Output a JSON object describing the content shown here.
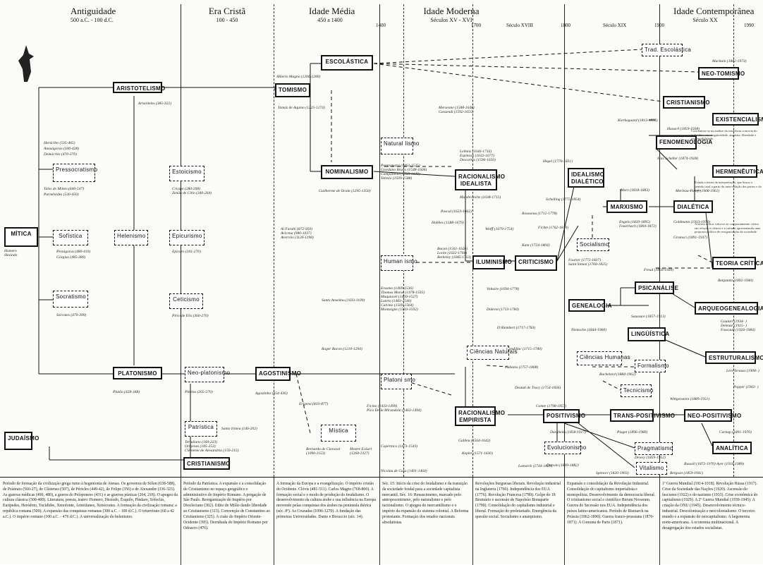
{
  "eras": [
    {
      "title": "Antiguidade",
      "dates": "500 a.C. - 100 d.C."
    },
    {
      "title": "Era Cristã",
      "dates": "100 - 450"
    },
    {
      "title": "Idade Média",
      "dates": "450 a 1400"
    },
    {
      "title": "Idade Moderna",
      "dates": "Séculos XV - XVI"
    },
    {
      "title": "Idade Contemporânea",
      "dates": "Século XX"
    }
  ],
  "ticks": [
    "1400",
    "1700",
    "Século XVIII",
    "1800",
    "Século XIX",
    "1900",
    "1990"
  ],
  "boxes": {
    "aristotelismo": "ARISTOTELISMO",
    "pressocratismo": "Pressocratismo",
    "mitica": "MÍTICA",
    "sofistica": "Sofística",
    "socratismo": "Socratismo",
    "platonismo": "PLATONISMO",
    "judaismo": "JUDAÍSMO",
    "estoicismo": "Estoicismo",
    "helenismo": "Helenismo",
    "epicurismo": "Epicurismo",
    "ceticismo": "Ceticismo",
    "neoplatonismo": "Neo-platonismo",
    "patristica": "Patrística",
    "cristianismo": "CRISTIANISMO",
    "escolastica": "ESCOLÁSTICA",
    "tomismo": "TOMISMO",
    "nominalismo": "NOMINALISMO",
    "agostinismo": "AGOSTINISMO",
    "mistica": "Mística",
    "naturalismo": "Natural lismo",
    "humanismo": "Human ismo",
    "platonismo2": "Platoni smo",
    "racionalismo_idealista": "RACIONALISMO\nIDEALISTA",
    "iluminismo": "ILUMINISMO",
    "ciencias_naturais": "Ciências Naturais",
    "racionalismo_empirista": "RACIONALISMO\nEMPIRISTA",
    "criticismo": "CRITICISMO",
    "idealismo_dialetico": "IDEALISMO\nDIALÉTICO",
    "socialismo": "Socialismo",
    "marxismo": "MARXISMO",
    "genealogia": "GENEALOGIA",
    "ciencias_humanas": "Ciências Humanas",
    "positivismo": "POSITIVISMO",
    "evolucionismo": "Evolucionismo",
    "trad_escolastica": "Trad. Escolástica",
    "neotomismo": "NEO-TOMISMO",
    "cristianismo2": "CRISTIANISMO",
    "existencialismo": "EXISTENCIALISMO",
    "fenomenologia": "FENOMENOLOGIA",
    "hermeneutica": "HERMENÊUTICA",
    "dialetica": "DIALÉTICA",
    "teoria_critica": "TEORIA CRÍTICA",
    "psicanalise": "PSICANÁLISE",
    "arqueogenealogia": "ARQUEOGENEALOGIA",
    "linguistica": "LINGÜÍSTICA",
    "estruturalismo": "ESTRUTURALISMO",
    "formalismo": "Formalismo",
    "tecnicismo": "Tecnicismo",
    "trans_positivismo": "TRANS-POSITIVISMO",
    "neopositivismo": "NEO-POSITIVISMO",
    "pragmatismo": "Pragmatismo",
    "analitica": "ANALÍTICA",
    "vitalismo": "Vitalismo"
  },
  "labels": {
    "aristoteles": "Aristóteles (385-322)",
    "pre1": "Heráclito (535-465)",
    "pre2": "Anaxágoras (500-428)",
    "pre3": "Demócrito (470-370)",
    "pre4": "Tales de Mileto (640-547)",
    "pre5": "Parmênides (530-450)",
    "homero": "Homero\nHesíodo",
    "sof1": "Protágoras (480-410)",
    "sof2": "Górgias (485-380)",
    "socrates": "Sócrates (470-399)",
    "platao": "Platão (428-348)",
    "estoic": "Crisipo (280-208)\nZenão de Cítio (340-264)",
    "epicuro": "Epicuro (341-270)",
    "pirro": "Pirro de Elis (360-270)",
    "plotino": "Plotino (205-270)",
    "ireneu": "Santo Irineu (140-202)",
    "pat": "Tertuliano (160-223)\nOrígenes (185-253)\nClemente de Alexandria (150-215)",
    "alberto": "Alberto Magno (1206-1280)",
    "tomas": "Tomás de Aquino (1225-1274)",
    "ockham": "Guilherme de Ocam (1295-1350)",
    "arabes": "Al Farabi (872-950)\nAvicena (980-1037)\nAverróis (1126-1198)",
    "anselmo": "Santo Anselmo (1033-1109)",
    "bacon_r": "Roger Bacon (1210-1294)",
    "agostinho": "Agostinho (354-430)",
    "erigena": "Erígena (810-877)",
    "bernardo": "Bernardo de Claraval\n(1090-1153)",
    "eckhart": "Mestre Eckart\n(1260-1327)",
    "renasc1": "Pomponazzi (1462-1525)\nGiordano Bruno (1548-1600)\nCampanella (1568-1639)\nTelesio (1509-1588)",
    "renasc2": "Erasmo (1469-1536)\nThomas Morus (1478-1535)\nMaquiavel (1469-1527)\nLutero (1483-1546)\nCalvino (1509-1564)\nMontaigne (1533-1592)",
    "ficino": "Ficino (1433-1499)\nPico Della Mirandola (1463-1494)",
    "nicolau": "Nicolau de Cusa (1401-1464)",
    "copernico": "Copérnico (1473-1543)",
    "mersenne": "Mersenne (1588-1648)\nGassendi (1592-1655)",
    "leibniz": "Leibniz (1646-1716)\nEspinosa (1632-1677)\nDescartes (1596-1650)",
    "malebranche": "Malebranche (1638-1715)",
    "pascal": "Pascal (1623-1662)",
    "hobbes": "Hobbes (1588-1679)",
    "bacon": "Bacon (1561-1626)\nLocke (1632-1704)\nBerkeley (1685-1753)",
    "voltaire": "Voltaire (1694-1778)",
    "diderot": "Diderot (1713-1784)",
    "dalembert": "D'Alembert (1717-1783)",
    "condillac": "Condillac (1715-1780)",
    "cabanis": "Cabanis (1757-1808)",
    "tracy": "Destutt de Tracy (1754-1836)",
    "galileu": "Galileu (1564-1642)",
    "kepler": "Kepler (1571-1630)",
    "lamarck": "Lamarck (1744-1829)",
    "rousseau": "Rousseau (1712-1778)",
    "wolff": "Wolff (1679-1754)",
    "kant": "Kant (1724-1804)",
    "hegel": "Hegel (1770-1831)",
    "schelling": "Schelling (1775-1854)",
    "fichte": "Fichte (1762-1814)",
    "fourier": "Fourier (1772-1837)\nSaint Simon (1760-1825)",
    "marx": "Marx (1818-1883)",
    "engels": "Engels (1820-1895)\nFeuerbach (1804-1872)",
    "nietzsche": "Nietzsche (1844-1900)",
    "comte": "Comte (1798-1857)",
    "durkheim": "Durkheim (1858-1917)",
    "darwin": "Darwin (1809-1882)",
    "bachelard": "Bachelard (1884-1962)",
    "piaget": "Piaget (1896-1980)",
    "dewey": "Dewey (1859-1952)",
    "spencer": "Spencer (1820-1903)",
    "bergson": "Bergson (1859-1941)",
    "maritain": "Maritain (1882-1973)",
    "kierkegaard": "Kierkegaard (1813-1855)",
    "husserl": "Husserl (1859-1938)",
    "scheler": "Max Scheller (1874-1928)",
    "merleau": "Merleau-Ponty (1908-1961)",
    "goldmann": "Goldmann (1913-1970)",
    "gramsci": "Gramsci (1891-1937)",
    "freud": "Freud (1856-1939)",
    "benjamin": "Benjamin (1892-1940)",
    "foucault": "Gautari (1934- )\nDeleuze (1925- )\nFoucault (1926-1984)",
    "saussure": "Saussure (1857-1913)",
    "levistrauss": "Lévi-Strauss (1908- )",
    "popper": "Popper (1902- )",
    "wittgenstein": "Wittgenstein (1889-1951)",
    "carnap": "Carnap (1891-1970)",
    "russell": "Russell (1872-1970)   Ayer (1910-1989)"
  },
  "descriptions": {
    "existencialismo": "Concentrou-se na análise da existência concreta do indivíduo, sua singularidade, angústia, liberdade e responsabilidade.",
    "hermeneutica": "Estuda a teoria da interpretação, que busca o sentido total a partir da inter-relação das partes e do todo.",
    "dialetica": "A teoria crítica volta-se ao comportamento crítico em relação à ciência e à cultura, apresentando uma proposta política de reorganização da sociedade."
  },
  "footer": [
    "Período de formação da civilização grega rumo à hegemonia de Atenas. Os governos de Sólon (638-588), de Psístrato (560-27), de Clístenes (507), de Péricles (449-42), de Felipe (356) e de Alexandre (336-323). As guerras médicas (490, 480), a guerra do Peloponeso (431) e as guerras púnicas (264, 218). O apogeu da cultura clássica (500-400). Literatura, poesia, teatro: Homero, Hesíodo, Ésquilo, Píndaro, Sófocles, Eurípedes, Heródoto, Tucídides, Xenofonte, Aristófanes, Xenócrates. A formação da civilização romana: a república romana (509). A expansão das conquistas romanas (300 a.C. - 100 d.C.). O triunvirato (60 a 42 a.C.). O império romano (100 a.C. - 476 d.C.). A universalização do helenismo.",
    "Período da Patrística. A expansão e a consolidação do Cristianismo no espaço geográfico e administrativo do Império Romano. A pregação de São Paulo. Reorganização do Império por Diocleciano (302). Edito de Milão dando liberdade ao Cristianismo (313). Convenção de Constantino ao Cristianismo (325). A cisão do Império Oriente-Ocidente (395). Derrubada do Império Romano por Odoacro (476).",
    "A formação da Europa e a evangelização. O império cristão do Ocidente. Clóvis (481-511). Carlos Magno (768-800). A formação social e o modo de produção do feudalismo. O desenvolvimento da cultura árabe e sua influência na Europa movendo pelas conquistas dos árabes na península ibérica (séc. 8º). As Cruzadas (1096-1270). A fundação das primeiras Universidades. Dante e Bocaccio (séc. 14).",
    "Séc. 15: Início da crise do feudalismo e da transição da sociedade feudal para a sociedade capitalista mercantil. Séc. 16: Renascimento, marcado pelo antropocentrismo, pelo naturalismo e pelo racionalismo. O apogeu do mercantilismo e o império da expansão do sistema colonial. A Reforma protestante. Formação dos estados nacionais absolutistas.",
    "Revoluções burguesas liberais. Revolução industrial na Inglaterra (1760). Independência dos EUA (1776). Revolução Francesa (1789). Golpe do 18 Brumário e ascensão de Napoleão Bonaparte (1799). Consolidação do capitalismo industrial e liberal. Formação do proletariado. Emergência da questão social. Socialismo e anarquismo.",
    "Expansão e consolidação da Revolução Industrial. Consolidação do capitalismo imperialista e monopolista. Desenvolvimento da democracia liberal. O cristianismo social e científico Rerum Novarum. Guerra de Secessão nos EUA. Independência dos países latino-americanos. Período de Bismarck na Prússia (1862-1890). Guerra franco-prussiana (1870-1871). A Comuna de Paris (1871).",
    "1ª Guerra Mundial (1914-1918). Revolução Russa (1917). Crise da Sociedade das Nações (1920). Ascensão do fascismo (1922) e do nazismo (1933). Crise econômica do capitalismo (1929). A 2ª Guerra Mundial (1939-1945). A criação da ONU (1945). Desenvolvimento técnico-industrial. Descolonização e neocolonialismo. O terceiro mundo e a expansão do neocapitalismo. A hegemonia norte-americana. A economia multinacional. A desagregação dos estados socialistas."
  ],
  "colors": {
    "ink": "#111111",
    "paper": "#fbfbf8"
  }
}
